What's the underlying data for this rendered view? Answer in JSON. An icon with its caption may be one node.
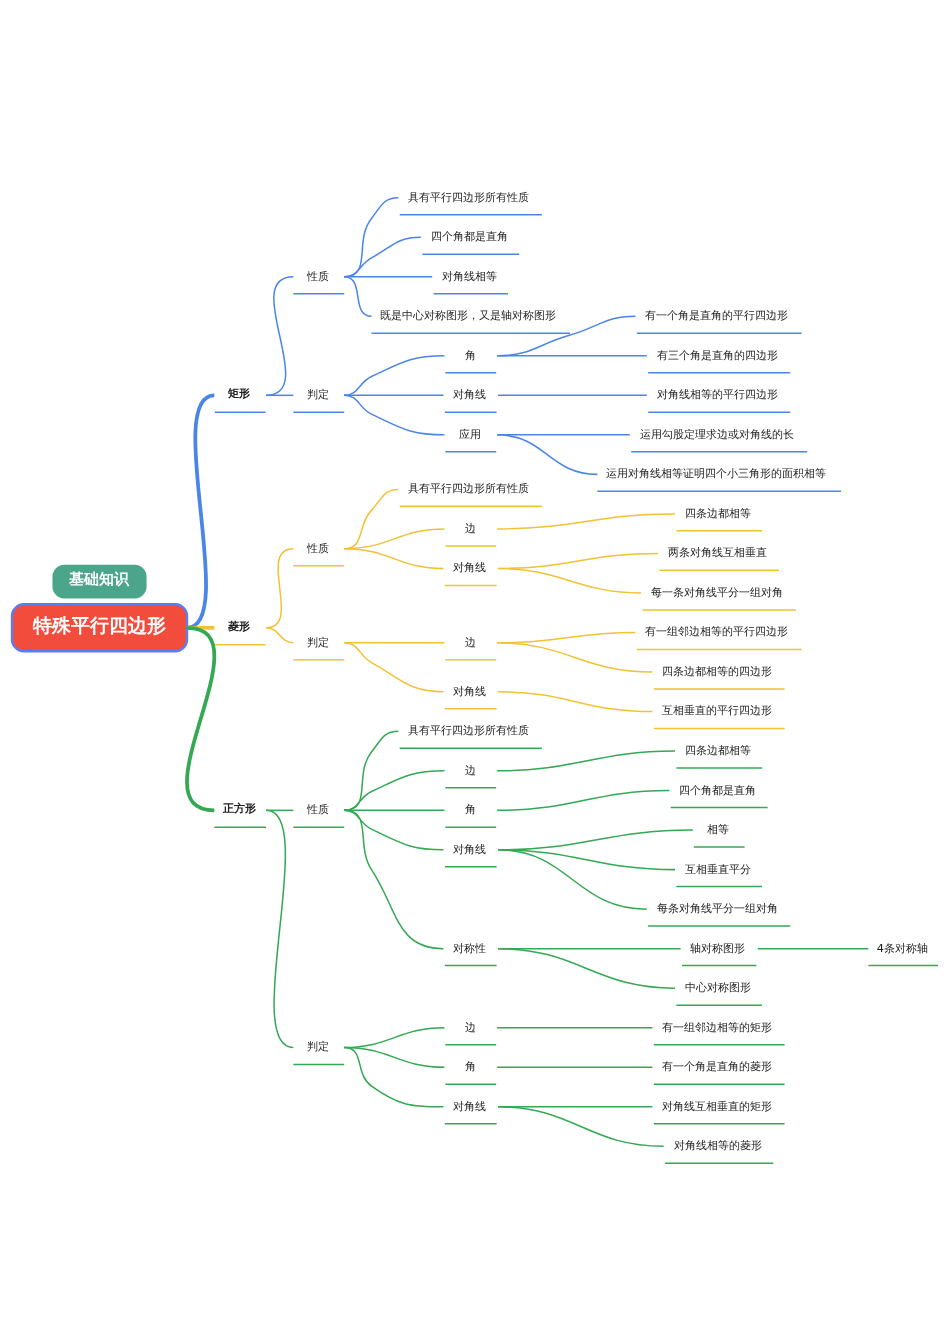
{
  "diagram": {
    "nodes": [
      {
        "text": [
          "特殊平行四边形"
        ]
      },
      {
        "text": [
          "矩形"
        ]
      },
      {
        "text": [
          "性质"
        ]
      },
      {
        "text": [
          "具有平行四边形所有性质"
        ]
      },
      {
        "text": [
          "四个角都是直角"
        ]
      },
      {
        "text": [
          "对角线相等"
        ]
      },
      {
        "text": [
          "既是中心对称图形，又是轴对称图形"
        ]
      },
      {
        "text": [
          "判定"
        ]
      },
      {
        "text": [
          "角"
        ]
      },
      {
        "text": [
          "有一个角是直角的平行四边形"
        ]
      },
      {
        "text": [
          "有三个角是直角的四边形"
        ]
      },
      {
        "text": [
          "对角线"
        ]
      },
      {
        "text": [
          "对角线相等的平行四边形"
        ]
      },
      {
        "text": [
          "应用"
        ]
      },
      {
        "text": [
          "运用勾股定理求边或对角线的长"
        ]
      },
      {
        "text": [
          "运用对角线相等证明四个小三角形的面积相等"
        ]
      },
      {
        "text": [
          "菱形"
        ]
      },
      {
        "text": [
          "性质"
        ]
      },
      {
        "text": [
          "具有平行四边形所有性质"
        ]
      },
      {
        "text": [
          "边"
        ]
      },
      {
        "text": [
          "四条边都相等"
        ]
      },
      {
        "text": [
          "对角线"
        ]
      },
      {
        "text": [
          "两条对角线互相垂直"
        ]
      },
      {
        "text": [
          "每一条对角线平分一组对角"
        ]
      },
      {
        "text": [
          "判定"
        ]
      },
      {
        "text": [
          "边"
        ]
      },
      {
        "text": [
          "有一组邻边相等的平行四边形"
        ]
      },
      {
        "text": [
          "四条边都相等的四边形"
        ]
      },
      {
        "text": [
          "对角线"
        ]
      },
      {
        "text": [
          "互相垂直的平行四边形"
        ]
      },
      {
        "text": [
          "正方形"
        ]
      },
      {
        "text": [
          "性质"
        ]
      },
      {
        "text": [
          "具有平行四边形所有性质"
        ]
      },
      {
        "text": [
          "边"
        ]
      },
      {
        "text": [
          "四条边都相等"
        ]
      },
      {
        "text": [
          "角"
        ]
      },
      {
        "text": [
          "四个角都是直角"
        ]
      },
      {
        "text": [
          "对角线"
        ]
      },
      {
        "text": [
          "相等"
        ]
      },
      {
        "text": [
          "互相垂直平分"
        ]
      },
      {
        "text": [
          "每条对角线平分一组对角"
        ]
      },
      {
        "text": [
          "对称性"
        ]
      },
      {
        "text": [
          "轴对称图形"
        ]
      },
      {
        "text": [
          "4条对称轴"
        ]
      },
      {
        "text": [
          "中心对称图形"
        ]
      },
      {
        "text": [
          "判定"
        ]
      },
      {
        "text": [
          "边"
        ]
      },
      {
        "text": [
          "有一组邻边相等的矩形"
        ]
      },
      {
        "text": [
          "角"
        ]
      },
      {
        "text": [
          "有一个角是直角的菱形"
        ]
      },
      {
        "text": [
          "对角线"
        ]
      },
      {
        "text": [
          "对角线互相垂直的矩形"
        ]
      },
      {
        "text": [
          "对角线相等的菱形"
        ]
      }
    ],
    "edges": [
      {
        "from": 0,
        "to": 1,
        "arrow": "none",
        "style": "thick",
        "color": "#4a86e8"
      },
      {
        "from": 1,
        "to": 2,
        "arrow": "none",
        "color": "#4a86e8"
      },
      {
        "from": 2,
        "to": 3,
        "arrow": "none",
        "color": "#4a86e8"
      },
      {
        "from": 2,
        "to": 4,
        "arrow": "none",
        "color": "#4a86e8"
      },
      {
        "from": 2,
        "to": 5,
        "arrow": "none",
        "color": "#4a86e8"
      },
      {
        "from": 2,
        "to": 6,
        "arrow": "none",
        "color": "#4a86e8"
      },
      {
        "from": 1,
        "to": 7,
        "arrow": "none",
        "color": "#4a86e8"
      },
      {
        "from": 7,
        "to": 8,
        "arrow": "none",
        "color": "#4a86e8"
      },
      {
        "from": 8,
        "to": 9,
        "arrow": "none",
        "color": "#4a86e8"
      },
      {
        "from": 8,
        "to": 10,
        "arrow": "none",
        "color": "#4a86e8"
      },
      {
        "from": 7,
        "to": 11,
        "arrow": "none",
        "color": "#4a86e8"
      },
      {
        "from": 11,
        "to": 12,
        "arrow": "none",
        "color": "#4a86e8"
      },
      {
        "from": 7,
        "to": 13,
        "arrow": "none",
        "color": "#4a86e8"
      },
      {
        "from": 13,
        "to": 14,
        "arrow": "none",
        "color": "#4a86e8"
      },
      {
        "from": 13,
        "to": 15,
        "arrow": "none",
        "color": "#4a86e8"
      },
      {
        "from": 0,
        "to": 16,
        "arrow": "none",
        "style": "thick",
        "color": "#f1c232"
      },
      {
        "from": 16,
        "to": 17,
        "arrow": "none",
        "color": "#f1c232"
      },
      {
        "from": 17,
        "to": 18,
        "arrow": "none",
        "color": "#f1c232"
      },
      {
        "from": 17,
        "to": 19,
        "arrow": "none",
        "color": "#f1c232"
      },
      {
        "from": 19,
        "to": 20,
        "arrow": "none",
        "color": "#f1c232"
      },
      {
        "from": 17,
        "to": 21,
        "arrow": "none",
        "color": "#f1c232"
      },
      {
        "from": 21,
        "to": 22,
        "arrow": "none",
        "color": "#f1c232"
      },
      {
        "from": 21,
        "to": 23,
        "arrow": "none",
        "color": "#f1c232"
      },
      {
        "from": 16,
        "to": 24,
        "arrow": "none",
        "color": "#f1c232"
      },
      {
        "from": 24,
        "to": 25,
        "arrow": "none",
        "color": "#f1c232"
      },
      {
        "from": 25,
        "to": 26,
        "arrow": "none",
        "color": "#f1c232"
      },
      {
        "from": 25,
        "to": 27,
        "arrow": "none",
        "color": "#f1c232"
      },
      {
        "from": 24,
        "to": 28,
        "arrow": "none",
        "color": "#f1c232"
      },
      {
        "from": 28,
        "to": 29,
        "arrow": "none",
        "color": "#f1c232"
      },
      {
        "from": 0,
        "to": 30,
        "arrow": "none",
        "style": "thick"
      },
      {
        "from": 30,
        "to": 31,
        "arrow": "none"
      },
      {
        "from": 31,
        "to": 32,
        "arrow": "none"
      },
      {
        "from": 31,
        "to": 33,
        "arrow": "none"
      },
      {
        "from": 33,
        "to": 34,
        "arrow": "none"
      },
      {
        "from": 31,
        "to": 35,
        "arrow": "none"
      },
      {
        "from": 35,
        "to": 36,
        "arrow": "none"
      },
      {
        "from": 31,
        "to": 37,
        "arrow": "none"
      },
      {
        "from": 37,
        "to": 38,
        "arrow": "none"
      },
      {
        "from": 37,
        "to": 39,
        "arrow": "none"
      },
      {
        "from": 37,
        "to": 40,
        "arrow": "none"
      },
      {
        "from": 31,
        "to": 41,
        "arrow": "none"
      },
      {
        "from": 41,
        "to": 42,
        "arrow": "none"
      },
      {
        "from": 42,
        "to": 43,
        "arrow": "none"
      },
      {
        "from": 41,
        "to": 44,
        "arrow": "none"
      },
      {
        "from": 30,
        "to": 45,
        "arrow": "none"
      },
      {
        "from": 45,
        "to": 46,
        "arrow": "none"
      },
      {
        "from": 46,
        "to": 47,
        "arrow": "none"
      },
      {
        "from": 45,
        "to": 48,
        "arrow": "none"
      },
      {
        "from": 48,
        "to": 49,
        "arrow": "none"
      },
      {
        "from": 45,
        "to": 50,
        "arrow": "none"
      },
      {
        "from": 50,
        "to": 51,
        "arrow": "none"
      },
      {
        "from": 50,
        "to": 52,
        "arrow": "none"
      }
    ],
    "labels": [
      "基础知识"
    ]
  }
}
